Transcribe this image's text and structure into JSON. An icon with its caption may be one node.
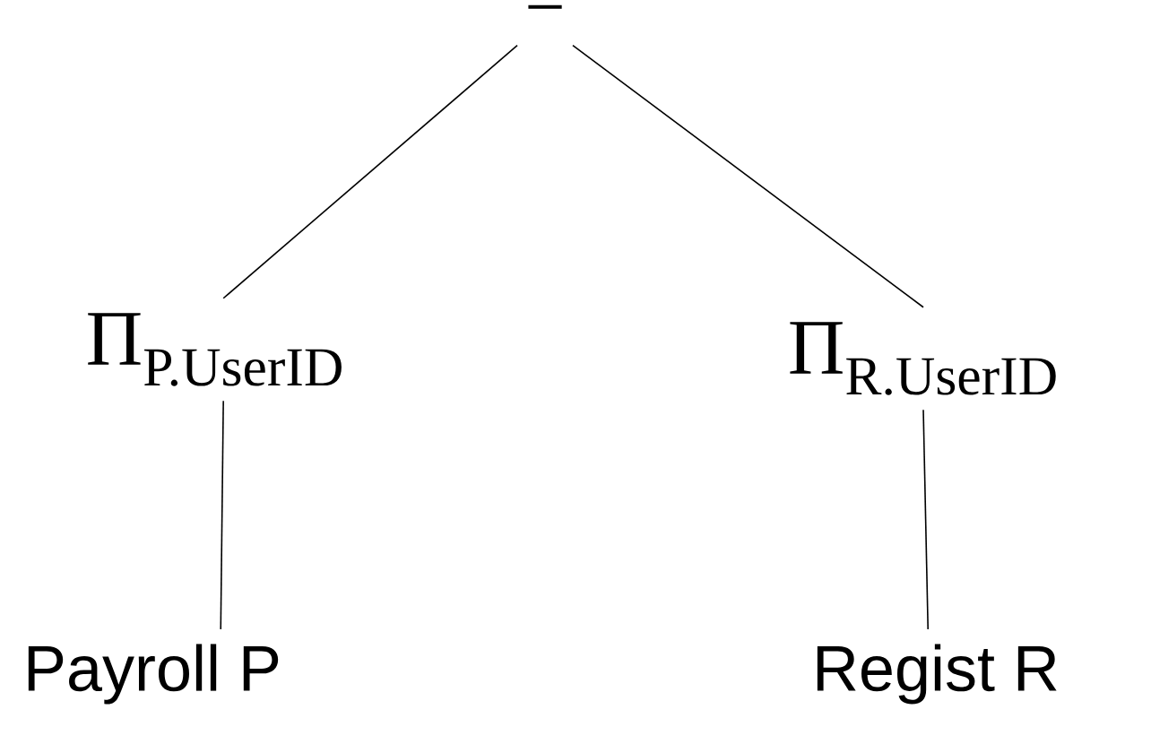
{
  "diagram": {
    "nodes": [
      {
        "text": [
          "−"
        ]
      },
      {
        "text": [
          "Π$_{P.UserID}$"
        ]
      },
      {
        "text": [
          "Π$_{R.UserID}$"
        ]
      },
      {
        "text": [
          "Payroll P"
        ]
      },
      {
        "text": [
          "Regist R"
        ]
      }
    ],
    "edges": [
      {
        "from": 0,
        "to": 1,
        "arrow": "none"
      },
      {
        "from": 0,
        "to": 2,
        "arrow": "none"
      },
      {
        "from": 1,
        "to": 3,
        "arrow": "none"
      },
      {
        "from": 2,
        "to": 4,
        "arrow": "none"
      }
    ]
  }
}
